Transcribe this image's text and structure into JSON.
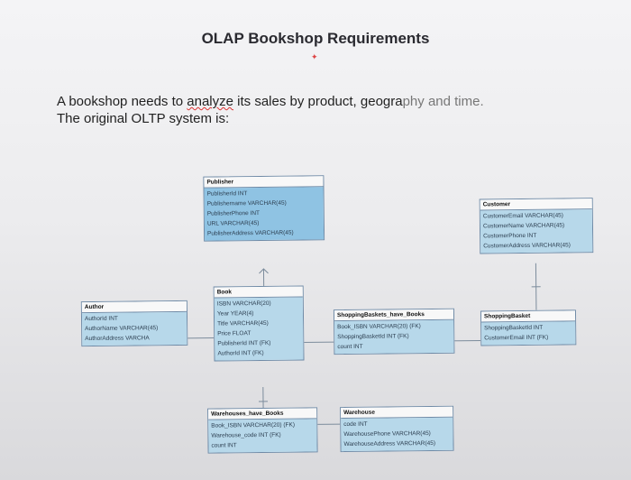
{
  "title": "OLAP Bookshop Requirements",
  "intro": {
    "line1_pre": "A bookshop needs to ",
    "line1_word": "analyze",
    "line1_mid": " its sales by product, geogra",
    "line1_fade": "phy and time.",
    "line2": "The original OLTP system is:"
  },
  "entities": {
    "publisher": {
      "name": "Publisher",
      "attributes": [
        "PublisherId INT",
        "Publishername VARCHAR(45)",
        "PublisherPhone INT",
        "URL VARCHAR(45)",
        "PublisherAddress VARCHAR(45)"
      ]
    },
    "customer": {
      "name": "Customer",
      "attributes": [
        "CustomerEmail VARCHAR(45)",
        "CustomerName VARCHAR(45)",
        "CustomerPhone INT",
        "CustomerAddress VARCHAR(45)"
      ]
    },
    "author": {
      "name": "Author",
      "attributes": [
        "AuthorId INT",
        "AuthorName VARCHAR(45)",
        "AuthorAddress VARCHA"
      ]
    },
    "book": {
      "name": "Book",
      "attributes": [
        "ISBN VARCHAR(20)",
        "Year YEAR(4)",
        "Title VARCHAR(45)",
        "Price FLOAT",
        "PublisherId INT (FK)",
        "AuthorId INT (FK)"
      ]
    },
    "shopping_baskets_have_books": {
      "name": "ShoppingBaskets_have_Books",
      "attributes": [
        "Book_ISBN VARCHAR(20) (FK)",
        "ShoppingBasketId INT (FK)",
        "count INT"
      ]
    },
    "shopping_basket": {
      "name": "ShoppingBasket",
      "attributes": [
        "ShoppingBasketId INT",
        "CustomerEmail INT (FK)"
      ]
    },
    "warehouses_have_books": {
      "name": "Warehouses_have_Books",
      "attributes": [
        "Book_ISBN VARCHAR(20) (FK)",
        "Warehouse_code INT (FK)",
        "count INT"
      ]
    },
    "warehouse": {
      "name": "Warehouse",
      "attributes": [
        "code INT",
        "WarehousePhone VARCHAR(45)",
        "WarehouseAddress VARCHAR(45)"
      ]
    }
  },
  "colors": {
    "attr_fill": "#b7d8ea",
    "selected_fill": "#8fc3e3",
    "border": "#6f8aa6",
    "squiggle": "#dd3333"
  }
}
